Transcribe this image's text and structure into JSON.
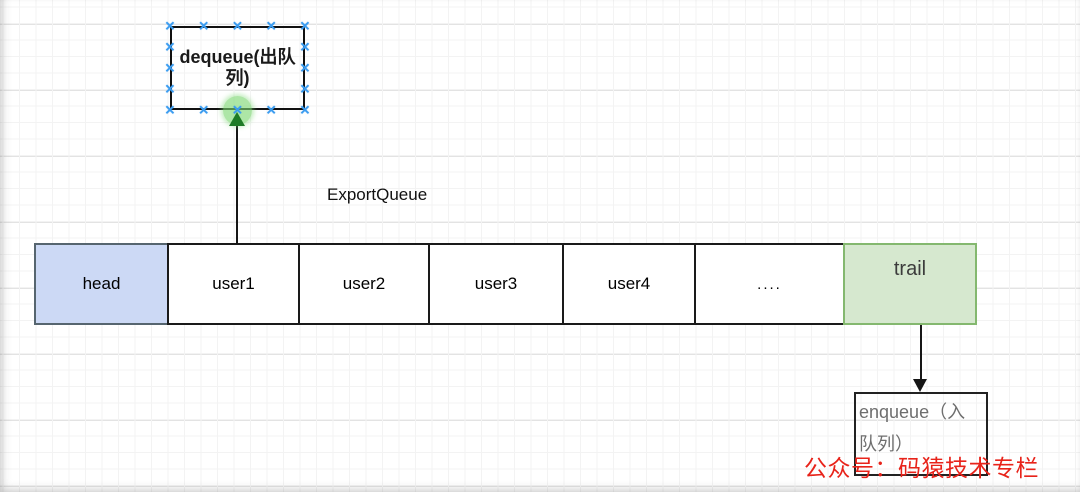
{
  "dequeue_box": {
    "lines": [
      "dequeue(出队",
      "列)"
    ],
    "connection_points": [
      [
        0,
        0
      ],
      [
        0.25,
        0
      ],
      [
        0.5,
        0
      ],
      [
        0.75,
        0
      ],
      [
        1,
        0
      ],
      [
        0,
        0.25
      ],
      [
        1,
        0.25
      ],
      [
        0,
        0.5
      ],
      [
        1,
        0.5
      ],
      [
        0,
        0.75
      ],
      [
        1,
        0.75
      ],
      [
        0,
        1
      ],
      [
        0.25,
        1
      ],
      [
        0.75,
        1
      ],
      [
        1,
        1
      ],
      [
        0.5,
        1
      ]
    ]
  },
  "labels": {
    "export_queue": "ExportQueue",
    "watermark": "公众号：码猿技术专栏"
  },
  "queue": {
    "cells": [
      {
        "label": "head",
        "kind": "head"
      },
      {
        "label": "user1",
        "kind": "normal"
      },
      {
        "label": "user2",
        "kind": "normal"
      },
      {
        "label": "user3",
        "kind": "normal"
      },
      {
        "label": "user4",
        "kind": "normal"
      },
      {
        "label": "....",
        "kind": "dots"
      },
      {
        "label": "trail",
        "kind": "tail"
      }
    ]
  },
  "enqueue_box": {
    "lines": [
      "enqueue（入",
      "队列）"
    ]
  },
  "icons": {
    "connection_point_glyph": "✕"
  },
  "colors": {
    "connection_point": "#3b9cf0",
    "connection_highlight": "#7ad670",
    "dequeue_arrowhead": "#1e7b26",
    "enqueue_arrowhead": "#141414",
    "head_fill": "#ccd9f5",
    "head_stroke": "#56656f",
    "tail_fill": "#d6e8cf",
    "tail_stroke": "#84b86f",
    "watermark_red": "#e8231a"
  }
}
